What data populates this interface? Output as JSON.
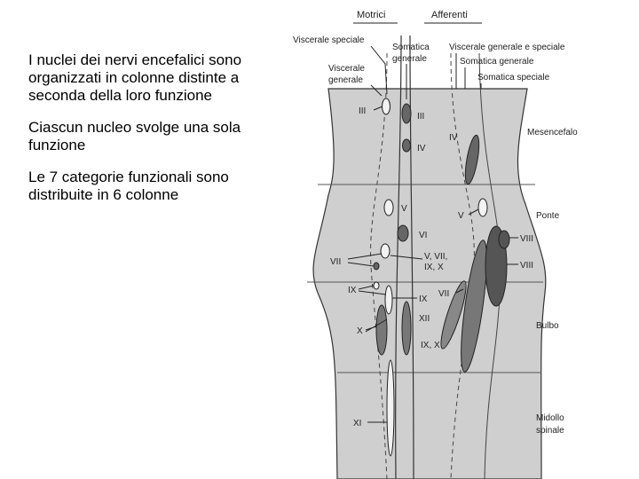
{
  "text": {
    "paragraphs": [
      "I nuclei dei nervi encefalici sono organizzati in colonne distinte a seconda della loro funzione",
      "Ciascun nucleo svolge una sola funzione",
      "Le 7 categorie funzionali sono distribuite in 6 colonne"
    ]
  },
  "diagram": {
    "headers": {
      "motor": "Motrici",
      "afferent": "Afferenti"
    },
    "column_labels": {
      "visceral_special_motor": "Viscerale speciale",
      "visceral_general_motor": [
        "Viscerale",
        "generale"
      ],
      "somatic_general_motor": [
        "Somatica",
        "generale"
      ],
      "visceral_general_special_afferent": "Viscerale generale e speciale",
      "somatic_general_afferent": "Somatica generale",
      "somatic_special_afferent": "Somatica speciale"
    },
    "regions": {
      "midbrain": "Mesencefalo",
      "pons": "Ponte",
      "medulla": "Bulbo",
      "spinal_cord": [
        "Midollo",
        "spinale"
      ]
    },
    "nerve_labels": {
      "iii_left": "III",
      "iii_right": "III",
      "iv": "IV",
      "v_motor": "V",
      "vi": "VI",
      "vii_left": "VII",
      "v_vii_ix_x": [
        "V, VII,",
        "IX, X"
      ],
      "ix_left": "IX",
      "ix_mid": "IX",
      "xii": "XII",
      "x_left": "X",
      "ix_x": "IX, X",
      "xi": "XI",
      "iv_afferent": "IV",
      "v_afferent": "V",
      "vii_afferent": "VII",
      "viii_upper": "VIII",
      "viii_lower": "VIII"
    }
  }
}
